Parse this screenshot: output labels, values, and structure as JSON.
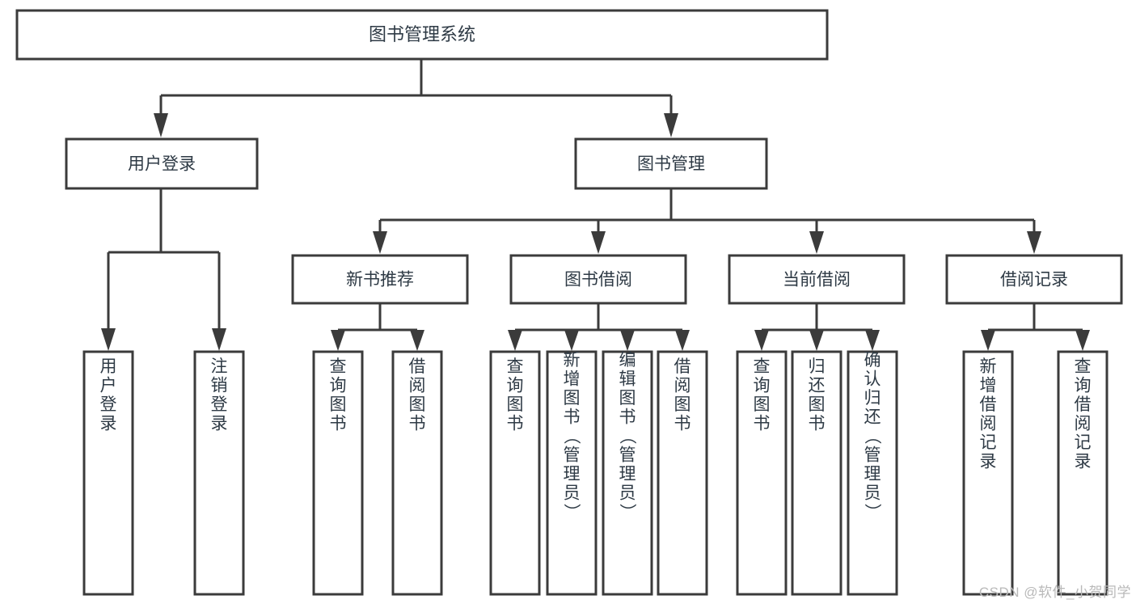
{
  "diagram": {
    "title": "图书管理系统",
    "type": "tree-hierarchy-diagram",
    "colors": {
      "box_stroke": "#3b3b3b",
      "box_fill": "#ffffff",
      "text": "#2e3a45",
      "background": "#ffffff",
      "watermark": "#b9b9b9"
    },
    "root": {
      "label": "图书管理系统"
    },
    "level2": [
      {
        "label": "用户登录"
      },
      {
        "label": "图书管理"
      }
    ],
    "level3": [
      {
        "label": "新书推荐"
      },
      {
        "label": "图书借阅"
      },
      {
        "label": "当前借阅"
      },
      {
        "label": "借阅记录"
      }
    ],
    "leaves": {
      "user_login": [
        {
          "label": "用户登录"
        },
        {
          "label": "注销登录"
        }
      ],
      "new_book": [
        {
          "label": "查询图书"
        },
        {
          "label": "借阅图书"
        }
      ],
      "book_borrow": [
        {
          "label": "查询图书"
        },
        {
          "label": "新增图书（管理员）"
        },
        {
          "label": "编辑图书（管理员）"
        },
        {
          "label": "借阅图书"
        }
      ],
      "current_borrow": [
        {
          "label": "查询图书"
        },
        {
          "label": "归还图书"
        },
        {
          "label": "确认归还（管理员）"
        }
      ],
      "borrow_record": [
        {
          "label": "新增借阅记录"
        },
        {
          "label": "查询借阅记录"
        }
      ]
    }
  },
  "watermark": {
    "text": "CSDN @软件_小贺同学"
  }
}
